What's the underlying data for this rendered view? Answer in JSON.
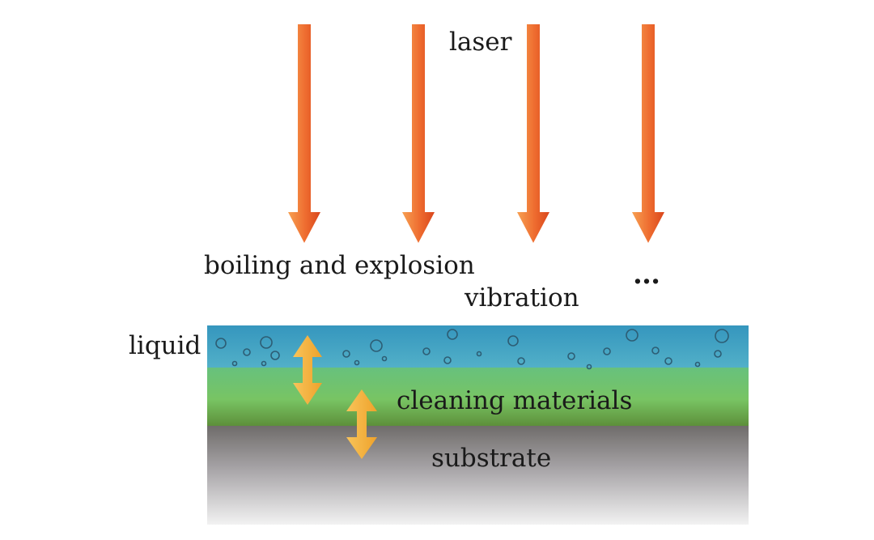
{
  "labels": {
    "laser": "laser",
    "boiling": "boiling and explosion",
    "vibration": "vibration",
    "ellipsis": "…",
    "liquid": "liquid",
    "cleaning": "cleaning materials",
    "substrate": "substrate"
  },
  "colors": {
    "laser_arrow_light": "#f79a4c",
    "laser_arrow_dark": "#e14d1f",
    "liquid": "#3f9fc4",
    "cleaning": "#6ec46c",
    "substrate": "#8a8a8a",
    "double_arrow": "#f4b13a"
  },
  "icons": {
    "laser_beam": "down-arrow-icon",
    "motion": "double-vertical-arrow-icon",
    "bubble": "bubble-icon"
  }
}
